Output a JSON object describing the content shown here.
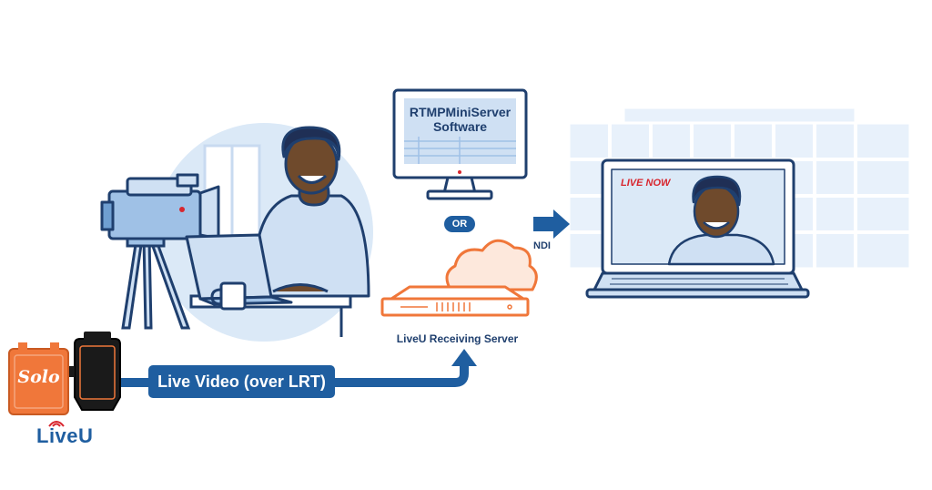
{
  "monitor": {
    "line1": "RTMPMiniServer",
    "line2": "Software"
  },
  "or_badge": "OR",
  "ndi_label": "NDI",
  "server_label": "LiveU Receiving Server",
  "laptop_screen": {
    "live_badge": "LIVE NOW"
  },
  "flow_label": "Live Video (over LRT)",
  "solo_label": "Solo",
  "brand_logo": "LiveU",
  "colors": {
    "navy": "#1f3f6e",
    "blue": "#1f5ea0",
    "light_blue": "#dbe9f7",
    "orange": "#f0773a",
    "red": "#d8262e"
  }
}
